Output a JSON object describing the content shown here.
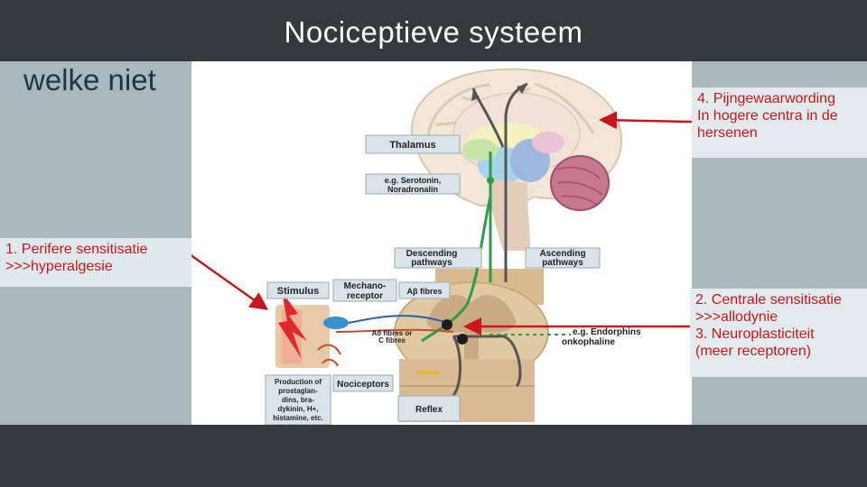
{
  "slide": {
    "title": "Nociceptieve systeem",
    "subtitle": "welke niet"
  },
  "figure": {
    "labels": {
      "thalamus": "Thalamus",
      "serotonin": "e.g. Serotonin,",
      "noradronalin": "Noradronalin",
      "descending_1": "Descending",
      "descending_2": "pathways",
      "ascending_1": "Ascending",
      "ascending_2": "pathways",
      "stimulus": "Stimulus",
      "mechano_1": "Mechano-",
      "mechano_2": "receptor",
      "abeta": "Aβ fibres",
      "adelta_1": "Aδ fibres or",
      "adelta_2": "C fibres",
      "endorphins_1": "e.g. Endorphins",
      "endorphins_2": "onkophaline",
      "production_1": "Production of",
      "production_2": "prostaglan-",
      "production_3": "dins, bra-",
      "production_4": "dykinin, H+,",
      "production_5": "histamine, etc.",
      "nociceptors": "Nociceptors",
      "reflex": "Reflex"
    }
  },
  "callouts": {
    "perifere_1": "1. Perifere sensitisatie",
    "perifere_2": ">>>hyperalgesie",
    "pijn_1": "4. Pijngewaarwording",
    "pijn_2": "In hogere centra in de",
    "pijn_3": "hersenen",
    "centraal_1": "2. Centrale sensitisatie",
    "centraal_2": ">>>allodynie",
    "centraal_3": "3. Neuroplasticiteit",
    "centraal_4": "(meer receptoren)"
  },
  "colors": {
    "background_dark": "#33393c",
    "panel": "#a8b8bd",
    "callout_text": "#c8161d",
    "subtitle_text": "#19394a",
    "descending_path": "#2e9b48",
    "ascending_path": "#555555"
  }
}
